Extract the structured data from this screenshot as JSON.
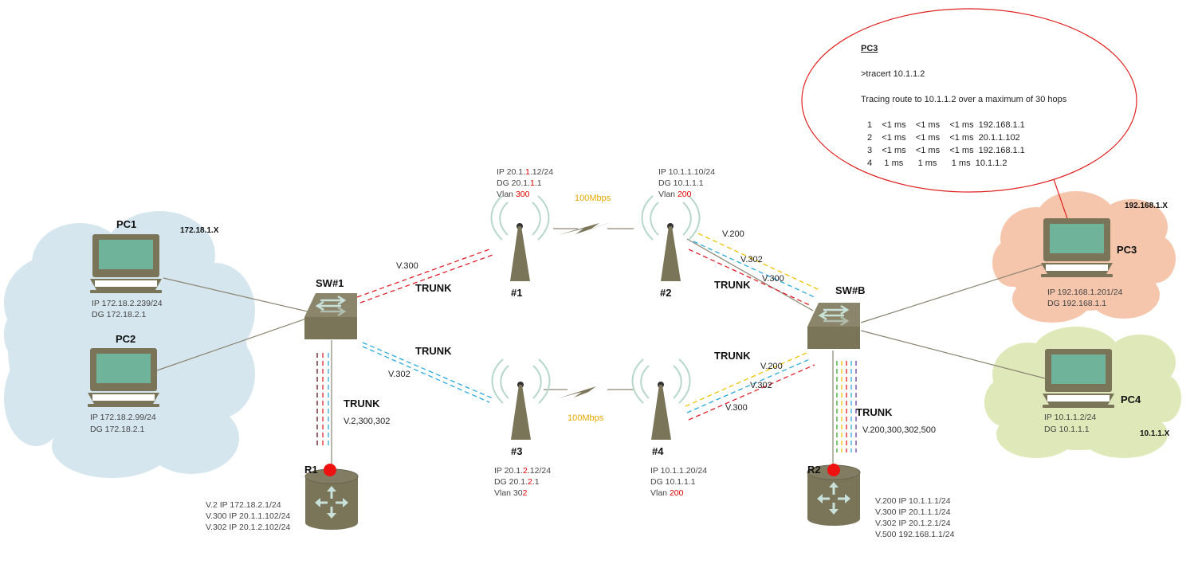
{
  "speech_bubble": {
    "title": "PC3",
    "command": ">tracert 10.1.1.2",
    "tracing_line": "Tracing route to 10.1.1.2 over a maximum of 30 hops",
    "hops": [
      "1    <1 ms    <1 ms    <1 ms  192.168.1.1",
      "2    <1 ms    <1 ms    <1 ms  20.1.1.102",
      "3    <1 ms    <1 ms    <1 ms  192.168.1.1",
      "4     1 ms      1 ms      1 ms  10.1.1.2"
    ]
  },
  "pc1": {
    "name": "PC1",
    "ip": "IP 172.18.2.239/24",
    "dg": "DG 172.18.2.1"
  },
  "pc2": {
    "name": "PC2",
    "ip": "IP 172.18.2.99/24",
    "dg": "DG 172.18.2.1"
  },
  "pc3": {
    "name": "PC3",
    "ip": "IP 192.168.1.201/24",
    "dg": "DG 192.168.1.1"
  },
  "pc4": {
    "name": "PC4",
    "ip": "IP 10.1.1.2/24",
    "dg": "DG 10.1.1.1"
  },
  "clouds": {
    "left_subnet": "172.18.1.X",
    "pc3_subnet": "192.168.1.X",
    "pc4_subnet": "10.1.1.X"
  },
  "sw1": {
    "name": "SW#1"
  },
  "swb": {
    "name": "SW#B"
  },
  "ap1": {
    "name": "#1",
    "ip_prefix": "IP 20.1.",
    "ip_hl": "1",
    "ip_suffix": ".12/24",
    "dg_prefix": "DG 20.1.",
    "dg_hl": "1",
    "dg_suffix": ".1",
    "vlan_prefix": "Vlan ",
    "vlan_hl": "300",
    "vlan_suffix": ""
  },
  "ap2": {
    "name": "#2",
    "ip": "IP 10.1.1.10/24",
    "dg": "DG 10.1.1.1",
    "vlan_prefix": "Vlan ",
    "vlan_hl": "200"
  },
  "ap3": {
    "name": "#3",
    "ip_prefix": "IP 20.1.",
    "ip_hl": "2",
    "ip_suffix": ".12/24",
    "dg_prefix": "DG 20.1.",
    "dg_hl": "2",
    "dg_suffix": ".1",
    "vlan_prefix": "Vlan 30",
    "vlan_hl": "2"
  },
  "ap4": {
    "name": "#4",
    "ip": "IP 10.1.1.20/24",
    "dg": "DG 10.1.1.1",
    "vlan_prefix": "Vlan ",
    "vlan_hl": "200"
  },
  "wireless": {
    "top_speed": "100Mbps",
    "bottom_speed": "100Mbps"
  },
  "r1": {
    "name": "R1",
    "config": [
      "V.2 IP 172.18.2.1/24",
      "V.300 IP 20.1.1.102/24",
      "V.302 IP 20.1.2.102/24"
    ]
  },
  "r2": {
    "name": "R2",
    "config": [
      "V.200 IP 10.1.1.1/24",
      "V.300 IP 20.1.1.1/24",
      "V.302 IP 20.1.2.1/24",
      "V.500 192.168.1.1/24"
    ]
  },
  "links": {
    "sw1_ap1": {
      "trunk": "TRUNK",
      "vlan": "V.300"
    },
    "sw1_ap3": {
      "trunk": "TRUNK",
      "vlan": "V.302"
    },
    "sw1_r1": {
      "trunk": "TRUNK",
      "vlans": "V.2,300,302"
    },
    "ap2_swb": {
      "trunk": "TRUNK",
      "vlans": [
        "V.200",
        "V.302",
        "V.300"
      ]
    },
    "ap4_swb": {
      "trunk": "TRUNK",
      "vlans": [
        "V.200",
        "V.302",
        "V.300"
      ]
    },
    "swb_r2": {
      "trunk": "TRUNK",
      "vlans": "V.200,300,302,500"
    }
  },
  "colors": {
    "vlan300": "#e0202a",
    "vlan302": "#2aa8e0",
    "vlan200": "#f2c200",
    "vlan2": "#5a1020",
    "vlan500": "#6a3aa0",
    "vlan_green": "#3aa83a",
    "device": "#7a7459",
    "screen": "#6fb39a",
    "cloud_blue": "#d6e6ef",
    "cloud_peach": "#f6c6ac",
    "cloud_green": "#dfe8b8",
    "bubble_border": "#e02020",
    "link": "#8a8470",
    "router_dot": "#ee1111"
  }
}
